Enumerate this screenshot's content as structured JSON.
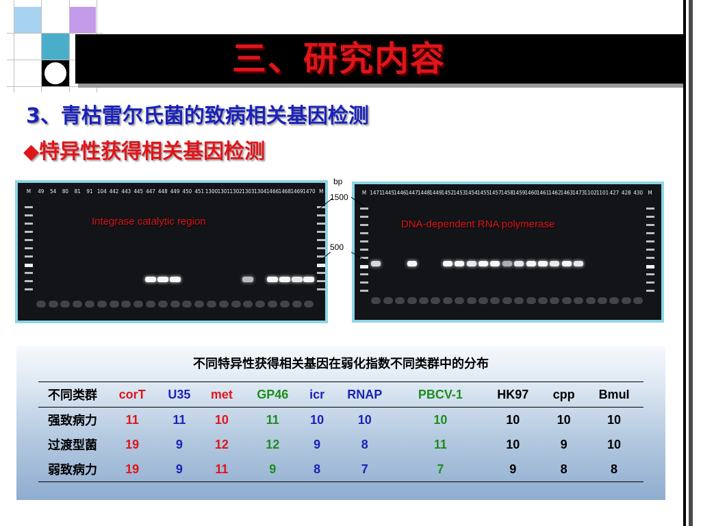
{
  "slide": {
    "title": "三、研究内容",
    "subtitle": "3、青枯雷尔氏菌的致病相关基因检测",
    "bullet_symbol": "◆",
    "bullet_text": "特异性获得相关基因检测"
  },
  "gel_left": {
    "caption": "Integrase catalytic region",
    "lanes": [
      "M",
      "49",
      "54",
      "80",
      "81",
      "91",
      "104",
      "442",
      "443",
      "445",
      "447",
      "448",
      "449",
      "450",
      "451",
      "1300",
      "1301",
      "1302",
      "1303",
      "1304",
      "1466",
      "1468",
      "1469",
      "1470",
      "M"
    ],
    "band_levels": [
      0,
      0,
      0,
      0,
      0,
      0,
      0,
      0,
      0,
      0,
      1,
      1,
      1,
      0,
      0,
      0,
      0,
      0,
      0.6,
      0,
      1,
      1,
      0.9,
      1,
      0
    ]
  },
  "gel_right": {
    "caption": "DNA-dependent RNA polymerase",
    "lanes": [
      "M",
      "1471",
      "1445",
      "1446",
      "1447",
      "1448",
      "1449",
      "1452",
      "1453",
      "1454",
      "1455",
      "1457",
      "1458",
      "1459",
      "1460",
      "1461",
      "1462",
      "1463",
      "1473",
      "1102",
      "1101",
      "427",
      "428",
      "430",
      "M"
    ],
    "band_levels": [
      0,
      0.8,
      0,
      0,
      1,
      0,
      0,
      1,
      1,
      0.9,
      1,
      1,
      0.5,
      0.9,
      1,
      1,
      0.9,
      1,
      0.9,
      0,
      0,
      0,
      0,
      0,
      0
    ]
  },
  "markers": {
    "unit": "bp",
    "high": "1500",
    "low": "500"
  },
  "table": {
    "title": "不同特异性获得相关基因在弱化指数不同类群中的分布",
    "corner": "不同类群",
    "columns": [
      {
        "label": "corT",
        "color": "#e0151a"
      },
      {
        "label": "U35",
        "color": "#1a22b8"
      },
      {
        "label": "met",
        "color": "#e0151a"
      },
      {
        "label": "GP46",
        "color": "#1e8c1e"
      },
      {
        "label": "icr",
        "color": "#1a22b8"
      },
      {
        "label": "RNAP",
        "color": "#1a22b8"
      },
      {
        "label": "PBCV-1",
        "color": "#1e8c1e"
      },
      {
        "label": "HK97",
        "color": "#000000"
      },
      {
        "label": "cpp",
        "color": "#000000"
      },
      {
        "label": "BmuI",
        "color": "#000000"
      }
    ],
    "rows": [
      {
        "label": "强致病力",
        "values": [
          "11",
          "11",
          "10",
          "11",
          "10",
          "10",
          "10",
          "10",
          "10",
          "10"
        ]
      },
      {
        "label": "过渡型菌",
        "values": [
          "19",
          "9",
          "12",
          "12",
          "9",
          "8",
          "11",
          "10",
          "9",
          "10"
        ]
      },
      {
        "label": "弱致病力",
        "values": [
          "19",
          "9",
          "11",
          "9",
          "8",
          "7",
          "7",
          "9",
          "8",
          "8"
        ]
      }
    ]
  }
}
